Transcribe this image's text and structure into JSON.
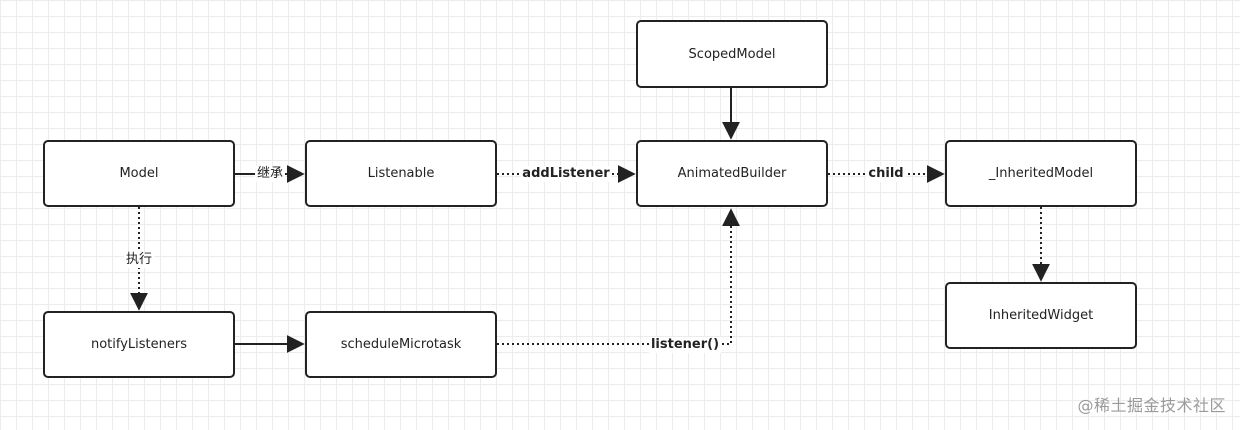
{
  "nodes": {
    "scoped_model": "ScopedModel",
    "model": "Model",
    "listenable": "Listenable",
    "animated_builder": "AnimatedBuilder",
    "inherited_model": "_InheritedModel",
    "notify_listeners": "notifyListeners",
    "schedule_microtask": "scheduleMicrotask",
    "inherited_widget": "InheritedWidget"
  },
  "edges": {
    "inherit": "继承",
    "add_listener": "addListener",
    "child": "child",
    "execute": "执行",
    "listener_call": "listener()"
  },
  "watermark": "@稀土掘金技术社区",
  "colors": {
    "stroke": "#222222",
    "grid": "#ececec",
    "watermark": "#9a9a9a"
  }
}
